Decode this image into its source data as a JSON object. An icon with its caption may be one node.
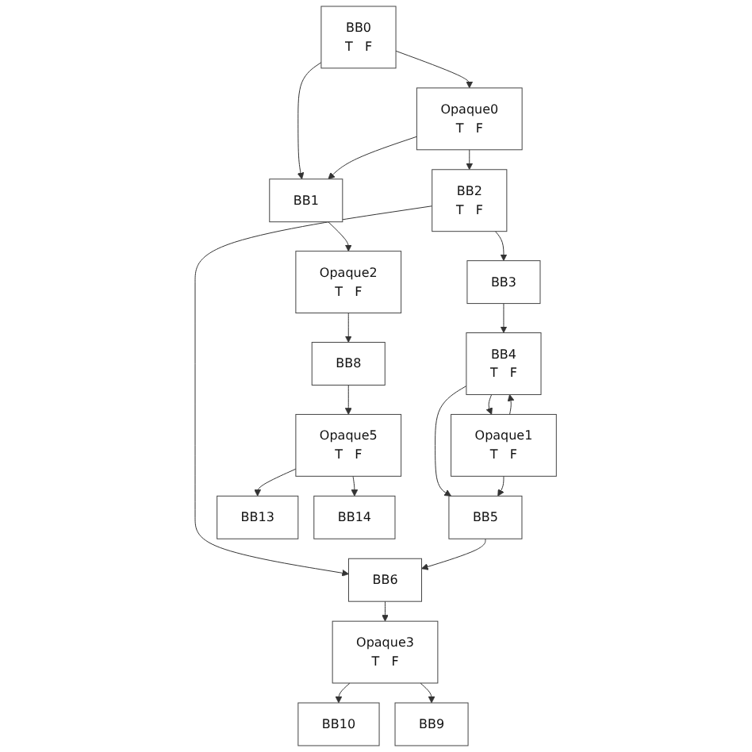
{
  "diagram": {
    "nodes": [
      {
        "text": [
          "BB0",
          "T",
          "F"
        ]
      },
      {
        "text": [
          "Opaque0",
          "T",
          "F"
        ]
      },
      {
        "text": [
          "BB2",
          "T",
          "F"
        ]
      },
      {
        "text": [
          "BB1"
        ]
      },
      {
        "text": [
          "BB3"
        ]
      },
      {
        "text": [
          "Opaque2",
          "T",
          "F"
        ]
      },
      {
        "text": [
          "BB6"
        ]
      },
      {
        "text": [
          "BB4",
          "T",
          "F"
        ]
      },
      {
        "text": [
          "BB8"
        ]
      },
      {
        "text": [
          "Opaque1",
          "T",
          "F"
        ]
      },
      {
        "text": [
          "Opaque3",
          "T",
          "F"
        ]
      },
      {
        "text": [
          "Opaque5",
          "T",
          "F"
        ]
      },
      {
        "text": [
          "BB10"
        ]
      },
      {
        "text": [
          "BB9"
        ]
      },
      {
        "text": [
          "BB5"
        ]
      },
      {
        "text": [
          "BB13"
        ]
      },
      {
        "text": [
          "BB14"
        ]
      }
    ],
    "edges": [
      {
        "from": 0,
        "to": 1,
        "arrow": "to"
      },
      {
        "from": 0,
        "to": 3,
        "arrow": "to"
      },
      {
        "from": 1,
        "to": 3,
        "arrow": "to"
      },
      {
        "from": 1,
        "to": 2,
        "arrow": "to"
      },
      {
        "from": 2,
        "to": 6,
        "arrow": "to"
      },
      {
        "from": 2,
        "to": 4,
        "arrow": "to"
      },
      {
        "from": 3,
        "to": 5,
        "arrow": "to"
      },
      {
        "from": 4,
        "to": 7,
        "arrow": "to"
      },
      {
        "from": 5,
        "to": 8,
        "arrow": "to"
      },
      {
        "from": 7,
        "to": 9,
        "arrow": "to"
      },
      {
        "from": 7,
        "to": 14,
        "arrow": "to"
      },
      {
        "from": 9,
        "to": 7,
        "arrow": "to"
      },
      {
        "from": 9,
        "to": 14,
        "arrow": "to"
      },
      {
        "from": 14,
        "to": 6,
        "arrow": "to"
      },
      {
        "from": 6,
        "to": 10,
        "arrow": "to"
      },
      {
        "from": 10,
        "to": 12,
        "arrow": "to"
      },
      {
        "from": 10,
        "to": 13,
        "arrow": "to"
      },
      {
        "from": 8,
        "to": 11,
        "arrow": "to"
      },
      {
        "from": 11,
        "to": 15,
        "arrow": "to"
      },
      {
        "from": 11,
        "to": 16,
        "arrow": "to"
      }
    ]
  }
}
